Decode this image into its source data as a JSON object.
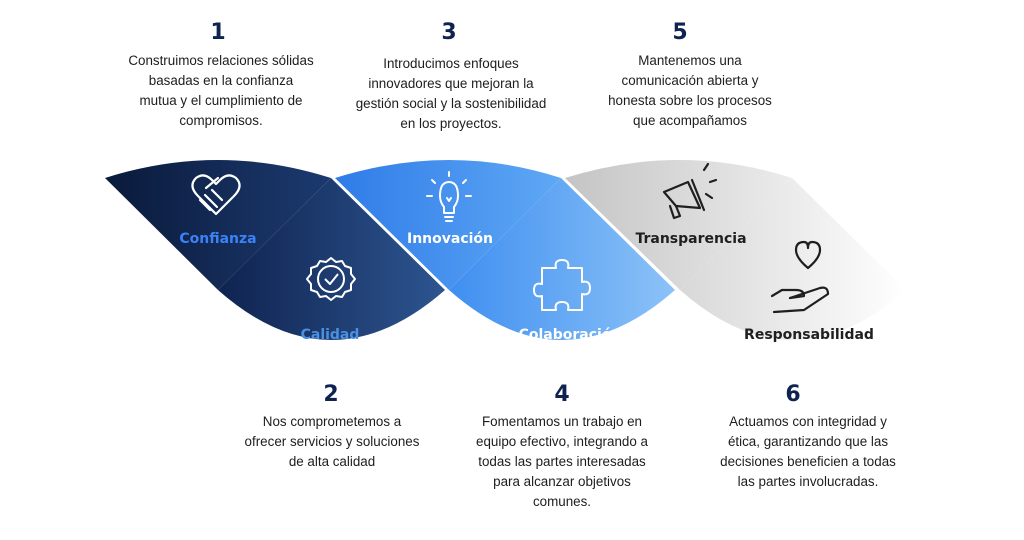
{
  "items": [
    {
      "number": "1",
      "title": "Confianza",
      "title_color": "#3b82f6",
      "lines": [
        "Construimos relaciones sólidas",
        "basadas en la confianza",
        "mutua y el cumplimiento de",
        "compromisos."
      ],
      "icon": "handshake-icon",
      "colors": [
        "#0a1a3a",
        "#1c3a70"
      ]
    },
    {
      "number": "2",
      "title": "Calidad",
      "title_color": "#4a90e2",
      "lines": [
        "Nos comprometemos a",
        "ofrecer servicios y soluciones",
        "de alta calidad"
      ],
      "icon": "quality-badge-icon",
      "colors": [
        "#0f2350",
        "#2d5590"
      ]
    },
    {
      "number": "3",
      "title": "Innovación",
      "title_color": "#ffffff",
      "lines": [
        "Introducimos enfoques",
        "innovadores que mejoran la",
        "gestión social y la sostenibilidad",
        "en los proyectos."
      ],
      "icon": "lightbulb-icon",
      "colors": [
        "#2f7ce8",
        "#5fa8f5"
      ]
    },
    {
      "number": "4",
      "title": "Colaboración",
      "title_color": "#ffffff",
      "lines": [
        "Fomentamos un trabajo en",
        "equipo efectivo, integrando a",
        "todas las partes interesadas",
        "para alcanzar objetivos",
        "comunes."
      ],
      "icon": "puzzle-icon",
      "colors": [
        "#3f8ff0",
        "#8cc2f8"
      ]
    },
    {
      "number": "5",
      "title": "Transparencia",
      "title_color": "#1f1f1f",
      "lines": [
        "Mantenemos una",
        "comunicación abierta y",
        "honesta sobre los procesos",
        "que acompañamos"
      ],
      "icon": "megaphone-icon",
      "colors": [
        "#c4c4c4",
        "#ececec"
      ]
    },
    {
      "number": "6",
      "title": "Responsabilidad",
      "title_color": "#1f1f1f",
      "lines": [
        "Actuamos con integridad y",
        "ética, garantizando que las",
        "decisiones beneficien a todas",
        "las partes involucradas."
      ],
      "icon": "heart-hand-icon",
      "colors": [
        "#d8d8d8",
        "#ffffff"
      ]
    }
  ]
}
